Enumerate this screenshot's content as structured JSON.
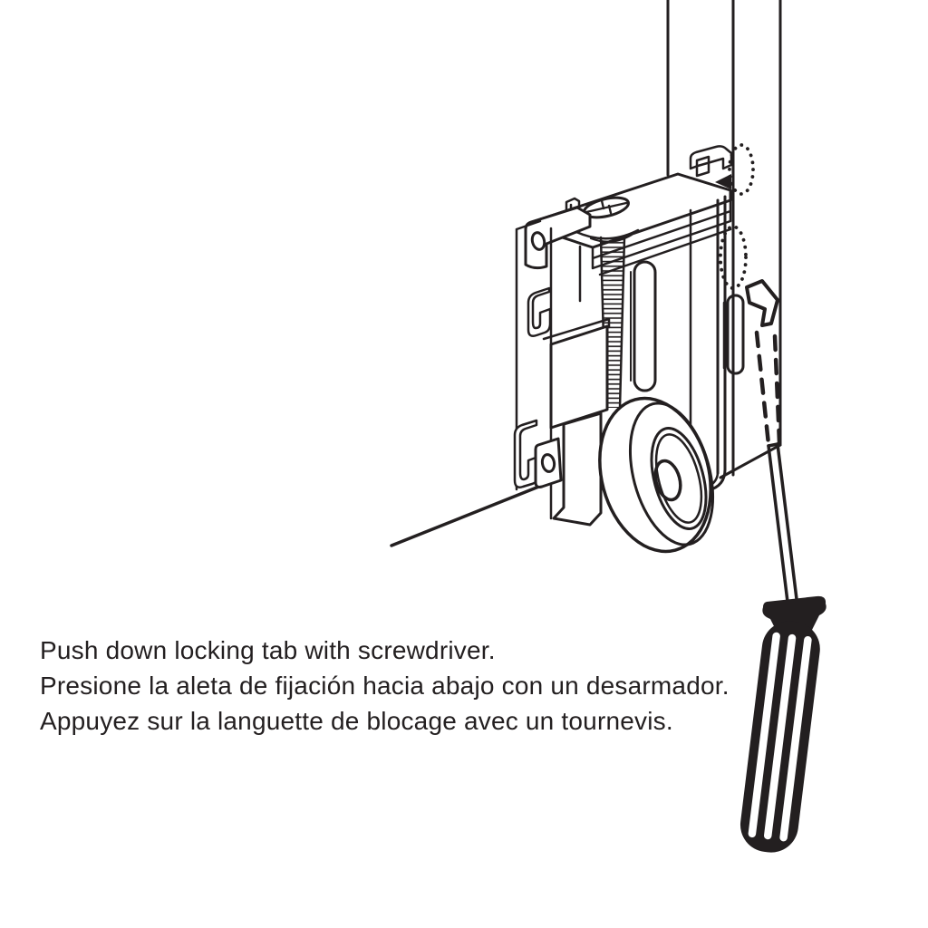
{
  "page": {
    "background_color": "#ffffff",
    "ink_color": "#231f20"
  },
  "illustration": {
    "parts": {
      "door_panel": "sliding-door-edge",
      "top_bracket": "roller-top-bracket",
      "adjustment_screw": "adjustment-screw-head",
      "threaded_rod": "threaded-adjustment-rod",
      "mounting_tab": "mounting-tab-with-hole",
      "roller_wheel": "roller-wheel",
      "locking_tab": "locking-tab-slot",
      "hidden_hardware": "dotted-hidden-hardware",
      "floor_track": "floor-track-line",
      "screwdriver": "flat-head-screwdriver"
    }
  },
  "caption": {
    "lines": [
      {
        "lang": "en",
        "text": "Push down locking tab with screwdriver."
      },
      {
        "lang": "es",
        "text": "Presione la aleta de fijación hacia abajo con un desarmador."
      },
      {
        "lang": "fr",
        "text": "Appuyez sur la languette de blocage avec un tournevis."
      }
    ]
  }
}
